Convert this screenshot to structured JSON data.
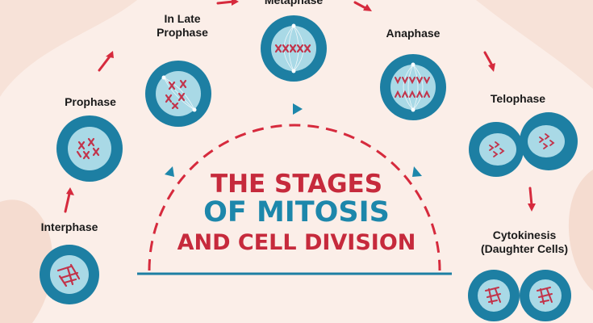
{
  "title": {
    "line1": "THE STAGES",
    "line2": "OF MITOSIS",
    "line3": "AND CELL DIVISION"
  },
  "stages": [
    {
      "id": "interphase",
      "label": "Interphase"
    },
    {
      "id": "prophase",
      "label": "Prophase"
    },
    {
      "id": "late-prophase",
      "label": "In Late\nProphase"
    },
    {
      "id": "metaphase",
      "label": "Metaphase"
    },
    {
      "id": "anaphase",
      "label": "Anaphase"
    },
    {
      "id": "telophase",
      "label": "Telophase"
    },
    {
      "id": "cytokinesis",
      "label": "Cytokinesis\n(Daughter Cells)"
    }
  ],
  "colors": {
    "background": "#fbeee8",
    "cell_outer": "#1d7fa3",
    "cell_inner": "#a9d9e6",
    "chromosome": "#c2334a",
    "arrow": "#d62a3d",
    "title_red": "#c62a3c",
    "title_teal": "#1d87ab",
    "base_line": "#1d7fa3"
  }
}
